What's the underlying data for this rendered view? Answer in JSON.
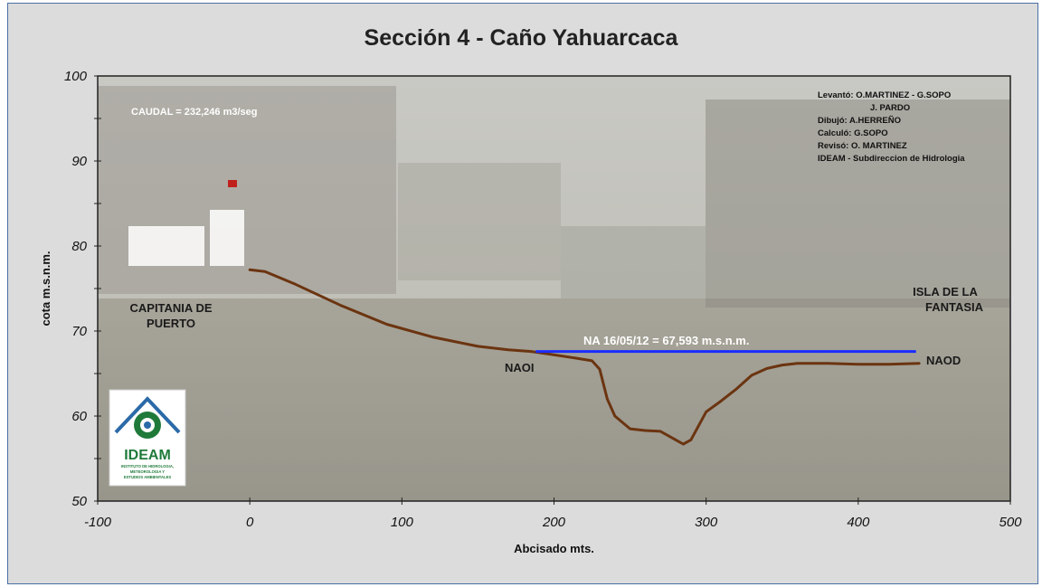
{
  "chart_data": {
    "type": "line",
    "title": "Sección 4 - Caño Yahuarcaca",
    "xlabel": "Abcisado mts.",
    "ylabel": "cota m.s.n.m.",
    "xlim": [
      -100,
      500
    ],
    "ylim": [
      50,
      100
    ],
    "x_ticks": [
      "-100",
      "0",
      "100",
      "200",
      "300",
      "400",
      "500"
    ],
    "y_ticks": [
      "50",
      "60",
      "70",
      "80",
      "90",
      "100"
    ],
    "series": [
      {
        "color": "#6b3410",
        "x": [
          0,
          10,
          30,
          60,
          90,
          120,
          150,
          170,
          185,
          200,
          215,
          225,
          230,
          235,
          240,
          250,
          260,
          270,
          280,
          285,
          290,
          300,
          310,
          320,
          330,
          340,
          350,
          360,
          380,
          400,
          420,
          440
        ],
        "y": [
          77.2,
          77.0,
          75.5,
          73.0,
          70.8,
          69.3,
          68.2,
          67.8,
          67.6,
          67.2,
          66.8,
          66.5,
          65.5,
          62.0,
          60.0,
          58.5,
          58.3,
          58.2,
          57.2,
          56.7,
          57.2,
          60.5,
          61.8,
          63.2,
          64.8,
          65.6,
          66.0,
          66.2,
          66.2,
          66.1,
          66.1,
          66.2
        ]
      },
      {
        "color": "#1a2cff",
        "x": [
          188,
          438
        ],
        "y": [
          67.593,
          67.593
        ]
      }
    ],
    "annotations": {
      "caudal": "CAUDAL = 232,246  m3/seg",
      "water_level": "NA 16/05/12 = 67,593 m.s.n.m.",
      "naoi": "NAOI",
      "naod": "NAOD",
      "left_bank": [
        "CAPITANIA DE",
        "PUERTO"
      ],
      "right_bank": [
        "ISLA DE LA",
        "FANTASIA"
      ],
      "credits": [
        "Levantó: O.MARTINEZ - G.SOPO",
        "J. PARDO",
        "Dibujó:    A.HERREÑO",
        "Calculó:   G.SOPO",
        "Revisó:    O. MARTINEZ",
        "IDEAM - Subdireccion  de Hidrologia"
      ]
    },
    "grid": false,
    "legend": "none"
  },
  "logo": {
    "name": "IDEAM",
    "tagline": [
      "INSTITUTO DE HIDROLOGIA,",
      "METEOROLOGIA Y",
      "ESTUDIOS AMBIENTALES"
    ]
  },
  "colors": {
    "terrain": "#6b3410",
    "water_level": "#1a2cff",
    "logo_green": "#1f7a3a",
    "logo_blue": "#2b6aa8"
  }
}
